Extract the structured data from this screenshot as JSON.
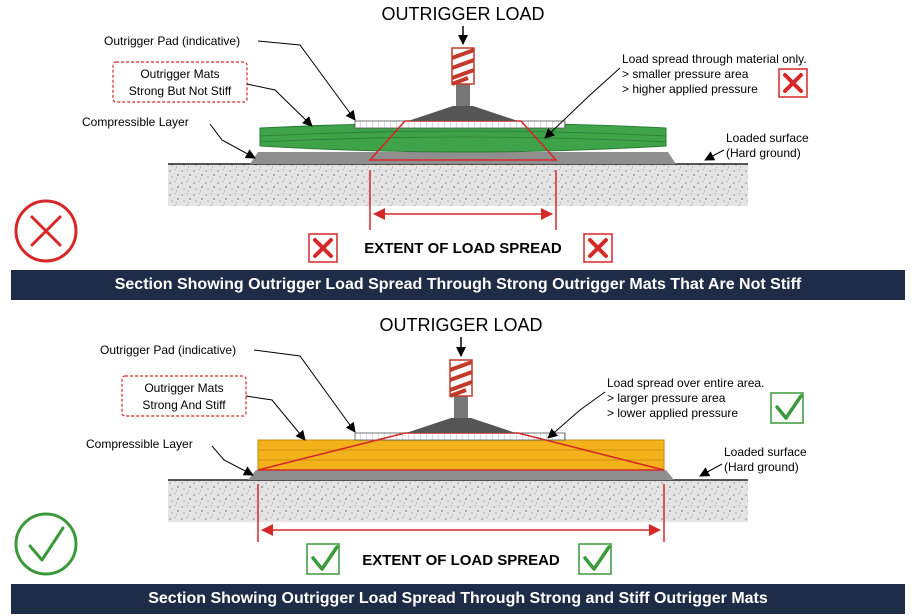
{
  "colors": {
    "caption_bg": "#1f2c47",
    "mat_not_stiff": "#3fa34a",
    "mat_stiff": "#f3b11b",
    "load_spread": "#d62828",
    "cross_red": "#d62828",
    "check_green": "#3a9a3a"
  },
  "panels": [
    {
      "title": "OUTRIGGER LOAD",
      "pad_label": "Outrigger Pad (indicative)",
      "mats_label_line1": "Outrigger Mats",
      "mats_label_line2": "Strong But Not Stiff",
      "compressible_label": "Compressible Layer",
      "spread_line1": "Load spread through material only.",
      "spread_line2": "> smaller pressure area",
      "spread_line3": "> higher applied pressure",
      "spread_icon": "cross-icon",
      "surface_line1": "Loaded surface",
      "surface_line2": "(Hard ground)",
      "extent_label": "EXTENT OF LOAD SPREAD",
      "verdict_icon": "cross-circle-icon",
      "caption": "Section Showing Outrigger Load Spread Through Strong Outrigger Mats That Are Not Stiff"
    },
    {
      "title": "OUTRIGGER LOAD",
      "pad_label": "Outrigger Pad (indicative)",
      "mats_label_line1": "Outrigger Mats",
      "mats_label_line2": "Strong And Stiff",
      "compressible_label": "Compressible Layer",
      "spread_line1": "Load spread over entire area.",
      "spread_line2": "> larger pressure area",
      "spread_line3": "> lower applied pressure",
      "spread_icon": "check-icon",
      "surface_line1": "Loaded surface",
      "surface_line2": "(Hard ground)",
      "extent_label": "EXTENT OF LOAD SPREAD",
      "verdict_icon": "check-circle-icon",
      "caption": "Section Showing Outrigger Load Spread Through Strong and Stiff Outrigger Mats"
    }
  ]
}
